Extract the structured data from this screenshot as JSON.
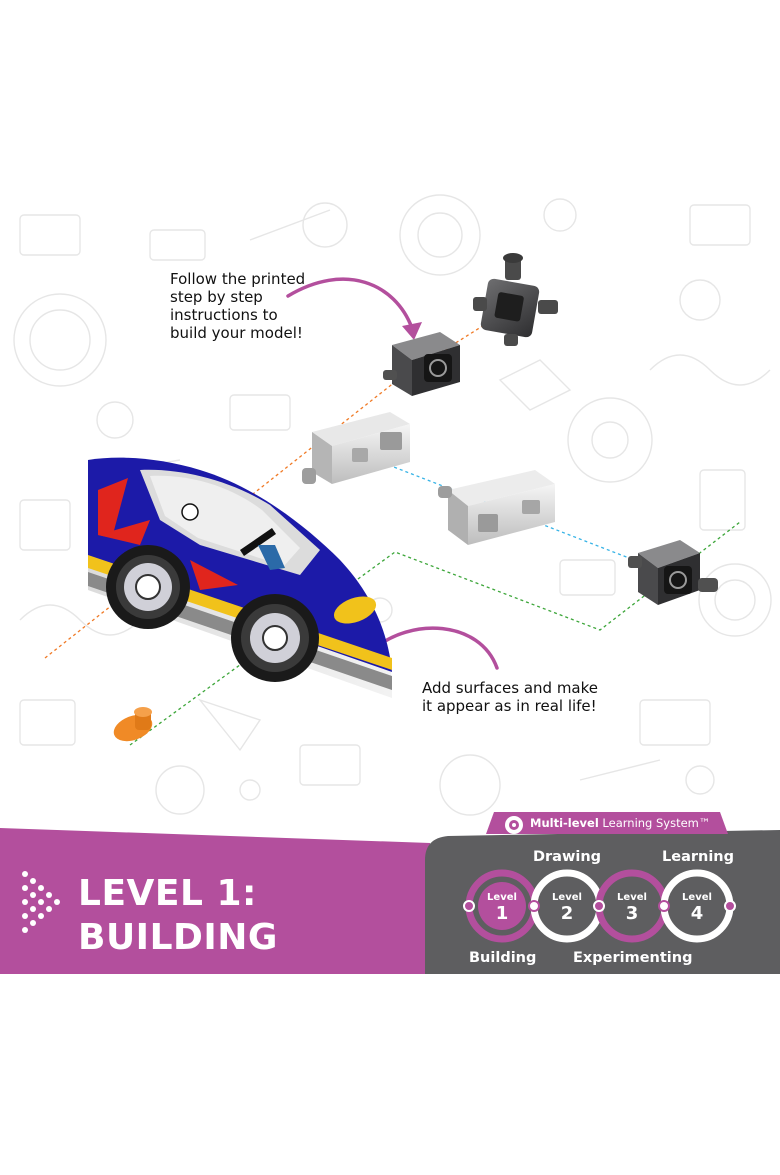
{
  "callouts": {
    "instructions": "Follow the printed\nstep by step\ninstructions to\nbuild your model!",
    "surfaces": "Add surfaces and make\nit appear as in real life!"
  },
  "banner": {
    "title": "LEVEL 1:\nBUILDING",
    "color": "#b34f9d"
  },
  "learning_system": {
    "label_bold": "Multi-level",
    "label_rest": " Learning System™",
    "panel_color": "#5e5e60",
    "stages": {
      "building": "Building",
      "drawing": "Drawing",
      "experimenting": "Experimenting",
      "learning": "Learning"
    },
    "levels": [
      {
        "word": "Level",
        "number": "1"
      },
      {
        "word": "Level",
        "number": "2"
      },
      {
        "word": "Level",
        "number": "3"
      },
      {
        "word": "Level",
        "number": "4"
      }
    ]
  },
  "colors": {
    "accent": "#b34f9d",
    "car_blue": "#1c1aa8",
    "car_yellow": "#f1c21b",
    "car_red": "#e0251d",
    "peg_orange": "#f08a26"
  }
}
